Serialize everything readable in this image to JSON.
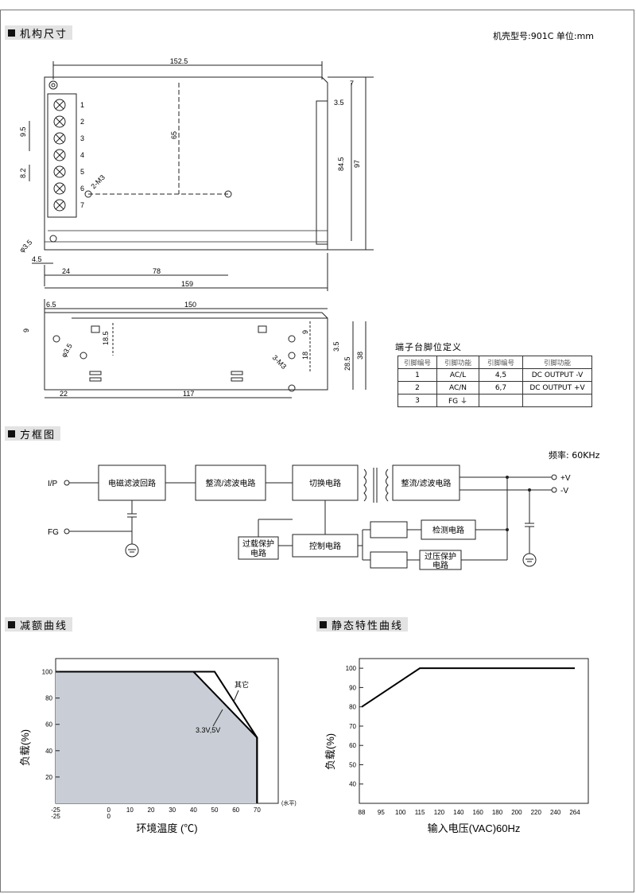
{
  "sections": {
    "dimensions": "机构尺寸",
    "block": "方框图",
    "derating": "减额曲线",
    "static": "静态特性曲线"
  },
  "case_info": "机壳型号:901C 单位:mm",
  "pin_title": "端子台脚位定义",
  "pin_header": [
    "引脚编号",
    "引脚功能",
    "引脚编号",
    "引脚功能"
  ],
  "pin_rows": [
    [
      "1",
      "AC/L",
      "4,5",
      "DC OUTPUT -V"
    ],
    [
      "2",
      "AC/N",
      "6,7",
      "DC OUTPUT +V"
    ],
    [
      "3",
      "FG ⏚",
      "",
      ""
    ]
  ],
  "drawing": {
    "dims": [
      "152.5",
      "7",
      "3.5",
      "84.5",
      "97",
      "65",
      "9.5",
      "8.2",
      "2-M3",
      "φ3.5",
      "4.5",
      "24",
      "78",
      "159",
      "6.5",
      "150",
      "9",
      "18.5",
      "φ3.5",
      "9",
      "18",
      "3-M3",
      "3.5",
      "28.5",
      "38",
      "22",
      "117"
    ],
    "terminals": [
      "1",
      "2",
      "3",
      "4",
      "5",
      "6",
      "7"
    ]
  },
  "block": {
    "freq": "频率: 60KHz",
    "ip": "I/P",
    "fg": "FG",
    "emi": "电磁滤波回路",
    "rect1": "整流/滤波电路",
    "switch": "切换电路",
    "rect2": "整流/滤波电路",
    "vplus": "+V",
    "vminus": "-V",
    "overload": [
      "过载保护",
      "电路"
    ],
    "control": "控制电路",
    "detect": "检测电路",
    "overvolt": [
      "过压保护",
      "电路"
    ]
  },
  "chart_data": [
    {
      "type": "area",
      "x": [
        -25,
        40,
        50,
        70
      ],
      "series": [
        {
          "name": "3.3V,5V",
          "values": [
            100,
            100,
            100,
            50
          ]
        },
        {
          "name": "其它",
          "values": [
            100,
            100,
            100,
            50
          ]
        }
      ],
      "series_points": {
        "3.3V,5V": [
          [
            -25,
            100
          ],
          [
            40,
            100
          ],
          [
            70,
            50
          ],
          [
            70,
            0
          ]
        ],
        "其它": [
          [
            -25,
            100
          ],
          [
            50,
            100
          ],
          [
            70,
            50
          ],
          [
            70,
            0
          ]
        ]
      },
      "xlabel": "环境温度 (℃)",
      "ylabel": "负载(%)",
      "x_axis_note": "(水平)",
      "x_ticks": [
        "-25",
        "0",
        "10",
        "20",
        "30",
        "40",
        "50",
        "60",
        "70"
      ],
      "x_ticks_sub": [
        "-25",
        "0"
      ],
      "y_ticks": [
        "20",
        "40",
        "60",
        "80",
        "100"
      ],
      "xlim": [
        -25,
        80
      ],
      "ylim": [
        0,
        110
      ],
      "fill_color": "#c9ced6"
    },
    {
      "type": "line",
      "x": [
        88,
        115,
        264
      ],
      "series": [
        {
          "values": [
            80,
            100,
            100
          ]
        }
      ],
      "xlabel": "输入电压(VAC)60Hz",
      "ylabel": "负载(%)",
      "x_ticks": [
        "88",
        "95",
        "100",
        "115",
        "120",
        "140",
        "160",
        "180",
        "200",
        "220",
        "240",
        "264"
      ],
      "y_ticks": [
        "40",
        "50",
        "60",
        "70",
        "80",
        "90",
        "100"
      ],
      "ylim": [
        30,
        105
      ]
    }
  ]
}
